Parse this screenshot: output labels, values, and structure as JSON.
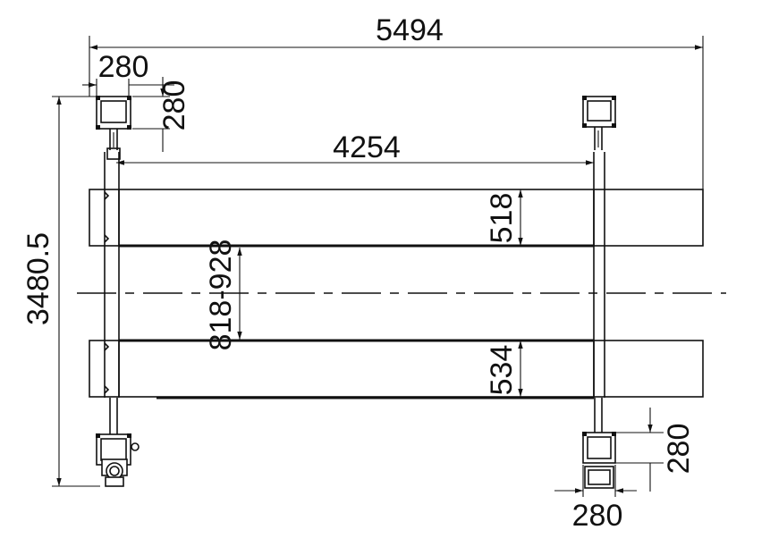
{
  "dimensions": {
    "overall_length": "5494",
    "column_width_top": "280",
    "column_depth_top": "280",
    "runway_inner_length": "4254",
    "overall_width": "3480.5",
    "runway_gap": "818-928",
    "runway_width_top": "518",
    "runway_width_bottom": "534",
    "column_depth_bottom": "280",
    "column_width_bottom": "280"
  },
  "colors": {
    "line": "#111111",
    "background": "#ffffff"
  }
}
